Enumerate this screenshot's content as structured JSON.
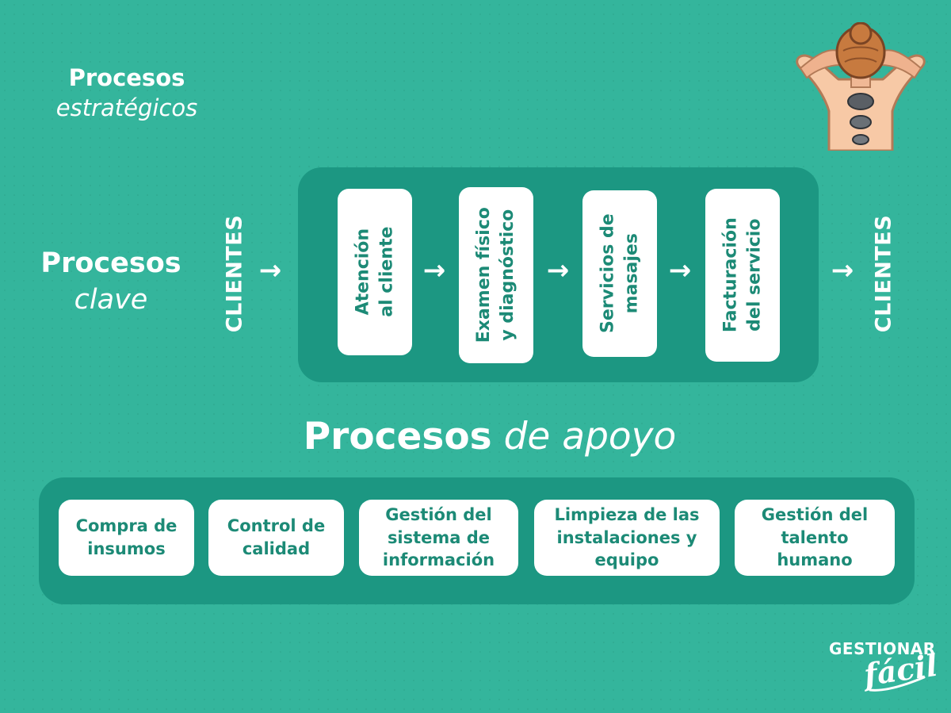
{
  "strategic": {
    "line1": "Procesos",
    "line2": "estratégicos"
  },
  "key": {
    "line1": "Procesos",
    "line2": "clave",
    "clients_in": "CLIENTES",
    "clients_out": "CLIENTES",
    "steps": [
      {
        "line1": "Atención",
        "line2": "al cliente"
      },
      {
        "line1": "Examen físico",
        "line2": "y diagnóstico"
      },
      {
        "line1": "Servicios de",
        "line2": "masajes"
      },
      {
        "line1": "Facturación",
        "line2": "del servicio"
      }
    ]
  },
  "support": {
    "title_bold": "Procesos",
    "title_italic": "de apoyo",
    "items": [
      {
        "line1": "Compra de",
        "line2": "insumos"
      },
      {
        "line1": "Control de",
        "line2": "calidad"
      },
      {
        "line1": "Gestión del",
        "line2": "sistema de",
        "line3": "información"
      },
      {
        "line1": "Limpieza de las",
        "line2": "instalaciones y",
        "line3": "equipo"
      },
      {
        "line1": "Gestión del",
        "line2": "talento",
        "line3": "humano"
      }
    ]
  },
  "logo": {
    "line1": "GESTIONAR",
    "line2": "fácil"
  },
  "icons": {
    "arrow": "arrow-right-icon",
    "illustration": "back-massage-stones-icon"
  },
  "colors": {
    "background": "#34b59c",
    "panel": "#1c9782",
    "card_text": "#1c8a76"
  }
}
